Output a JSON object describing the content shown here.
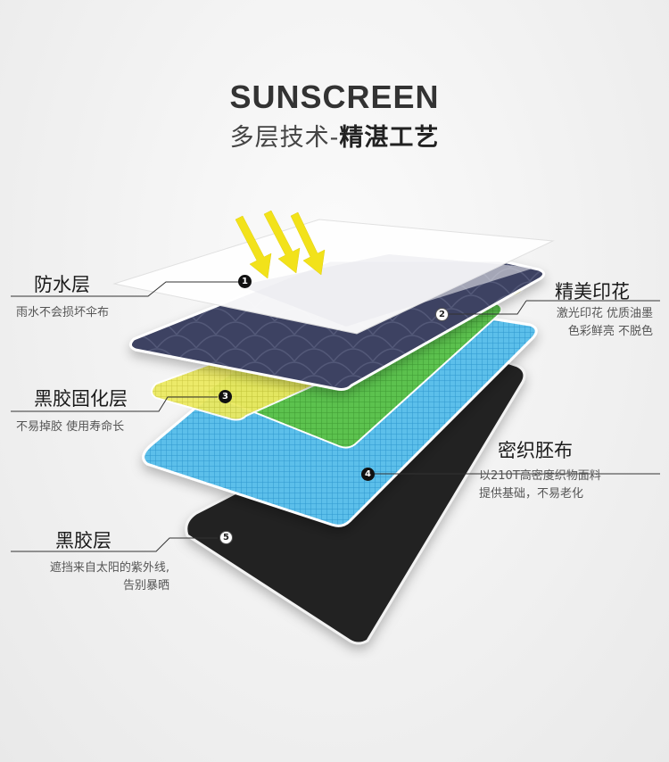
{
  "header": {
    "title": "SUNSCREEN",
    "subtitle_light": "多层技术-",
    "subtitle_bold": "精湛工艺"
  },
  "colors": {
    "waterproof_layer": "#ffffff",
    "print_layer": "#3d4262",
    "glue_layer": "#e8e65a",
    "green_layer": "#5cc24e",
    "fabric_layer": "#5cbfea",
    "black_layer": "#232323",
    "arrow": "#f2e21a"
  },
  "layers": [
    {
      "number": "1",
      "title": "防水层",
      "desc_lines": [
        "雨水不会损坏伞布"
      ]
    },
    {
      "number": "2",
      "title": "精美印花",
      "desc_lines": [
        "激光印花  优质油墨",
        "色彩鲜亮  不脱色"
      ]
    },
    {
      "number": "3",
      "title": "黑胶固化层",
      "desc_lines": [
        "不易掉胶  使用寿命长"
      ]
    },
    {
      "number": "4",
      "title": "密织胚布",
      "desc_lines": [
        "以210T高密度织物面料",
        "提供基础，不易老化"
      ]
    },
    {
      "number": "5",
      "title": "黑胶层",
      "desc_lines": [
        "遮挡来自太阳的紫外线,",
        "告别暴晒"
      ]
    }
  ]
}
